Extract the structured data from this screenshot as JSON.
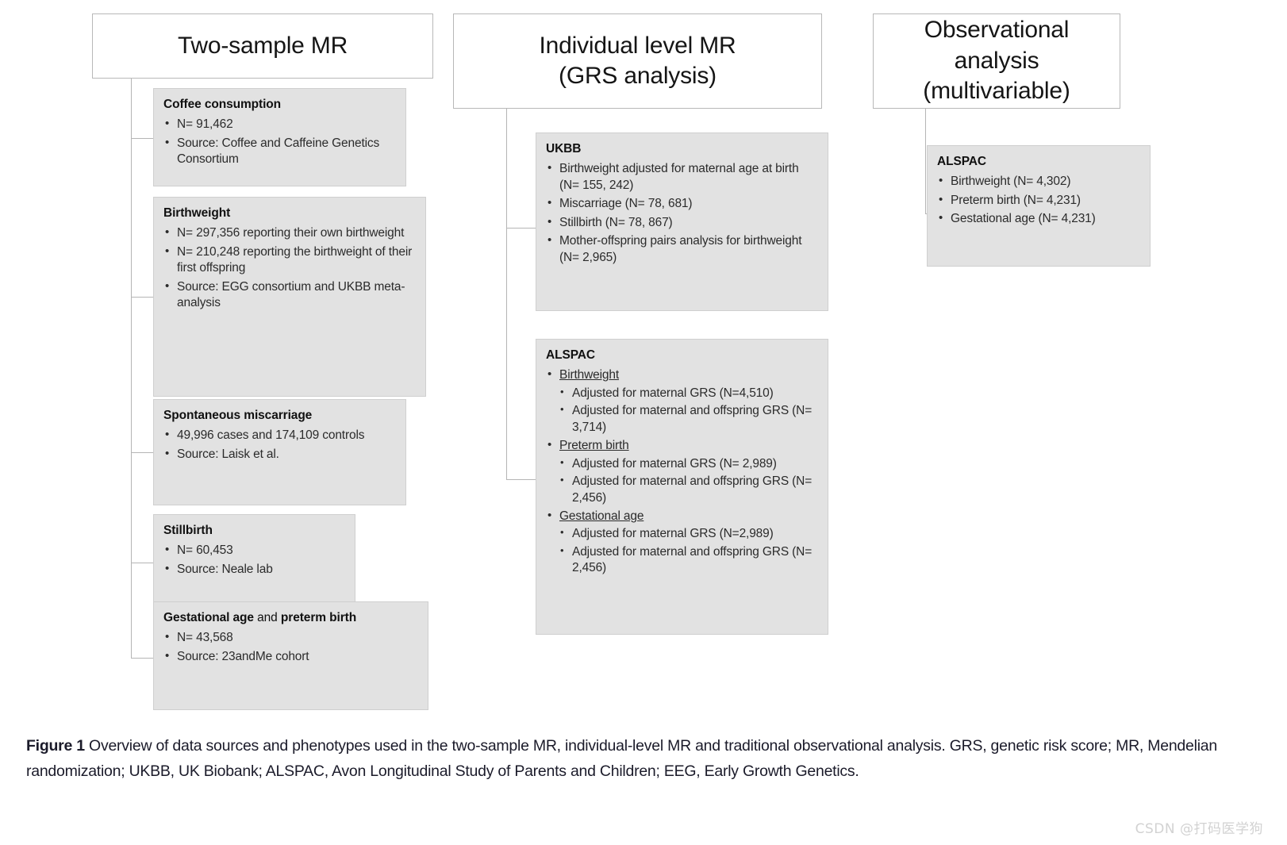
{
  "figure": {
    "columns": [
      {
        "id": "two-sample-mr",
        "header": "Two-sample MR",
        "boxes": [
          {
            "id": "coffee-consumption",
            "title": "Coffee consumption",
            "items": [
              "N= 91,462",
              "Source: Coffee and Caffeine Genetics Consortium"
            ]
          },
          {
            "id": "birthweight",
            "title": "Birthweight",
            "items": [
              "N= 297,356 reporting their own birthweight",
              "N= 210,248 reporting the birthweight of their first offspring",
              "Source: EGG consortium and UKBB meta-analysis"
            ]
          },
          {
            "id": "spontaneous-miscarriage",
            "title": "Spontaneous miscarriage",
            "items": [
              "49,996 cases and 174,109 controls",
              "Source: Laisk et al."
            ]
          },
          {
            "id": "stillbirth",
            "title": "Stillbirth",
            "items": [
              "N= 60,453",
              "Source: Neale lab"
            ]
          },
          {
            "id": "gestational-age-preterm-birth",
            "title_parts": [
              "Gestational age",
              " and ",
              "preterm birth"
            ],
            "title": "Gestational age and preterm birth",
            "items": [
              "N= 43,568",
              "Source: 23andMe cohort"
            ]
          }
        ]
      },
      {
        "id": "individual-level-mr",
        "header": "Individual level MR (GRS analysis)",
        "header_lines": [
          "Individual level MR",
          "(GRS analysis)"
        ],
        "boxes": [
          {
            "id": "ukbb",
            "title": "UKBB",
            "items": [
              "Birthweight adjusted for maternal age at birth (N= 155, 242)",
              "Miscarriage (N= 78, 681)",
              "Stillbirth (N= 78, 867)",
              "Mother-offspring pairs analysis for birthweight (N= 2,965)"
            ]
          },
          {
            "id": "alspac-grs",
            "title": "ALSPAC",
            "groups": [
              {
                "label": "Birthweight",
                "subitems": [
                  "Adjusted for maternal GRS (N=4,510)",
                  "Adjusted for maternal and offspring GRS (N= 3,714)"
                ]
              },
              {
                "label": "Preterm birth",
                "subitems": [
                  "Adjusted for maternal GRS (N= 2,989)",
                  "Adjusted for maternal and offspring GRS (N= 2,456)"
                ]
              },
              {
                "label": "Gestational age",
                "subitems": [
                  "Adjusted for maternal GRS (N=2,989)",
                  "Adjusted for maternal and offspring GRS (N= 2,456)"
                ]
              }
            ]
          }
        ]
      },
      {
        "id": "observational-analysis",
        "header": "Observational analysis (multivariable)",
        "header_lines": [
          "Observational",
          "analysis",
          "(multivariable)"
        ],
        "boxes": [
          {
            "id": "alspac-observational",
            "title": "ALSPAC",
            "items": [
              "Birthweight (N= 4,302)",
              "Preterm birth (N= 4,231)",
              "Gestational age (N= 4,231)"
            ]
          }
        ]
      }
    ]
  },
  "caption": {
    "label": "Figure 1",
    "text": " Overview of data sources and phenotypes used in the two-sample MR, individual-level MR and traditional observational analysis. GRS, genetic risk score; MR, Mendelian randomization; UKBB, UK Biobank; ALSPAC, Avon Longitudinal Study of Parents and Children; EEG, Early Growth Genetics."
  },
  "watermark": "CSDN @打码医学狗",
  "colors": {
    "box_fill": "#e2e2e2",
    "box_border": "#cfcfcf",
    "header_border": "#b8b8b8",
    "line": "#b5b5b5",
    "text": "#1a1a1a"
  }
}
